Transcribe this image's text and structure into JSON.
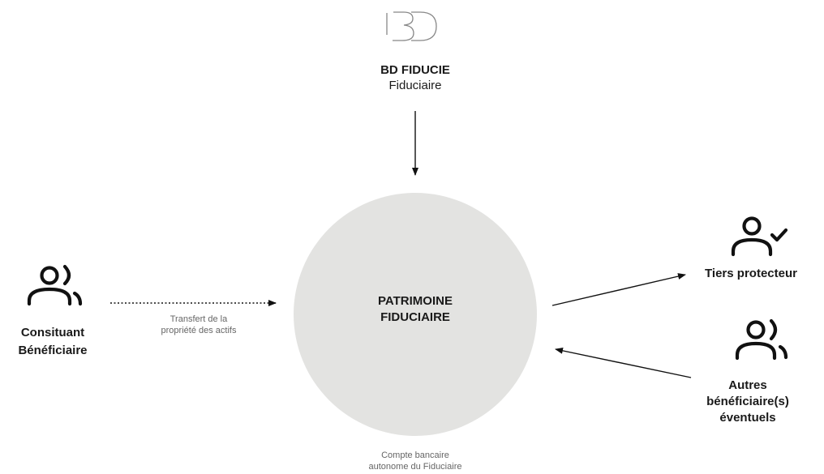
{
  "fiduciary": {
    "logo_text": "BD",
    "name": "BD FIDUCIE",
    "role": "Fiduciaire"
  },
  "center": {
    "line1": "PATRIMOINE",
    "line2": "FIDUCIAIRE",
    "caption_line1": "Compte bancaire",
    "caption_line2": "autonome du Fiduciaire"
  },
  "constituant": {
    "icon": "users-icon",
    "line1": "Consituant",
    "line2": "Bénéficiaire"
  },
  "transfer": {
    "line1": "Transfert de la",
    "line2": "propriété des actifs"
  },
  "tiers": {
    "icon": "user-check-icon",
    "label": "Tiers protecteur"
  },
  "autres": {
    "icon": "users-icon",
    "line1": "Autres",
    "line2": "bénéficiaire(s)",
    "line3": "éventuels"
  },
  "colors": {
    "circle": "#e3e3e1",
    "text": "#1a1a1a",
    "caption": "#666666",
    "logo": "#888888"
  }
}
